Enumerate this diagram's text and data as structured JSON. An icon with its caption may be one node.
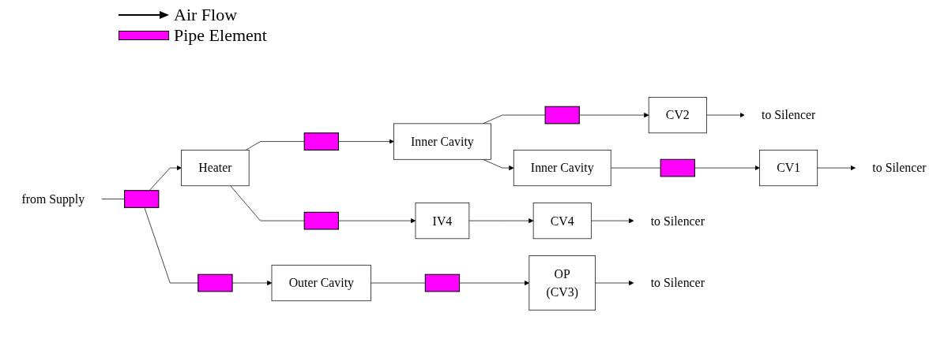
{
  "diagram": {
    "nodes": [
      {
        "text": [
          "from Supply"
        ]
      },
      {
        "text": [],
        "shape": "bar"
      },
      {
        "text": [
          "Heater"
        ]
      },
      {
        "text": [],
        "shape": "bar"
      },
      {
        "text": [
          "Inner Cavity"
        ]
      },
      {
        "text": [],
        "shape": "bar"
      },
      {
        "text": [
          "CV2"
        ]
      },
      {
        "text": [
          "to Silencer"
        ]
      },
      {
        "text": [
          "Inner Cavity"
        ]
      },
      {
        "text": [],
        "shape": "bar"
      },
      {
        "text": [
          "CV1"
        ]
      },
      {
        "text": [
          "to Silencer"
        ]
      },
      {
        "text": [],
        "shape": "bar"
      },
      {
        "text": [
          "IV4"
        ]
      },
      {
        "text": [
          "CV4"
        ]
      },
      {
        "text": [
          "to Silencer"
        ]
      },
      {
        "text": [],
        "shape": "bar"
      },
      {
        "text": [
          "Outer Cavity"
        ]
      },
      {
        "text": [],
        "shape": "bar"
      },
      {
        "text": [
          "OP",
          "(CV3)"
        ]
      },
      {
        "text": [
          "to Silencer"
        ]
      }
    ],
    "edges": [
      {
        "from": 0,
        "to": 1,
        "arrow": "none"
      },
      {
        "from": 1,
        "to": 2,
        "arrow": "to"
      },
      {
        "from": 1,
        "to": 16,
        "arrow": "none"
      },
      {
        "from": 16,
        "to": 17,
        "arrow": "to"
      },
      {
        "from": 2,
        "to": 3,
        "arrow": "none"
      },
      {
        "from": 3,
        "to": 4,
        "arrow": "to"
      },
      {
        "from": 2,
        "to": 12,
        "arrow": "none"
      },
      {
        "from": 12,
        "to": 13,
        "arrow": "to"
      },
      {
        "from": 4,
        "to": 5,
        "arrow": "none"
      },
      {
        "from": 5,
        "to": 6,
        "arrow": "to"
      },
      {
        "from": 6,
        "to": 7,
        "arrow": "to"
      },
      {
        "from": 4,
        "to": 8,
        "arrow": "to"
      },
      {
        "from": 8,
        "to": 9,
        "arrow": "none"
      },
      {
        "from": 9,
        "to": 10,
        "arrow": "to"
      },
      {
        "from": 10,
        "to": 11,
        "arrow": "to"
      },
      {
        "from": 13,
        "to": 14,
        "arrow": "to"
      },
      {
        "from": 14,
        "to": 15,
        "arrow": "to"
      },
      {
        "from": 17,
        "to": 18,
        "arrow": "none"
      },
      {
        "from": 18,
        "to": 19,
        "arrow": "to"
      },
      {
        "from": 19,
        "to": 20,
        "arrow": "to"
      }
    ],
    "legend": [
      {
        "text": "Air Flow"
      },
      {
        "text": "Pipe Element",
        "color": "#ff00ff"
      }
    ]
  }
}
